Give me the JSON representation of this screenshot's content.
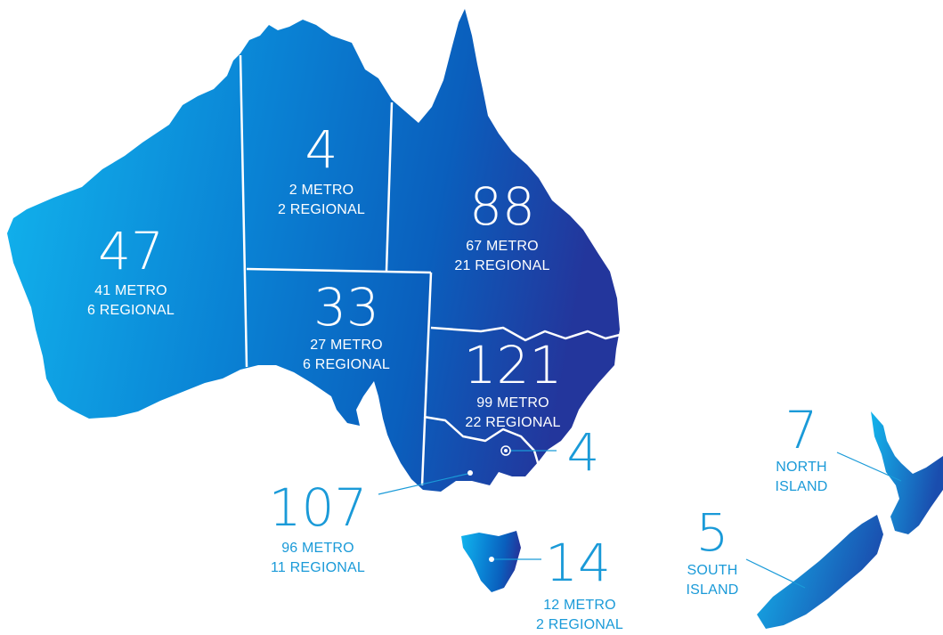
{
  "colors": {
    "gradient_light": "#0fb2ea",
    "gradient_mid": "#0a78cf",
    "gradient_dark": "#1f3fa6",
    "border": "#ffffff",
    "callout": "#1a9ad8"
  },
  "regions": {
    "wa": {
      "count": "47",
      "metro": "41 METRO",
      "regional": "6 REGIONAL"
    },
    "nt": {
      "count": "4",
      "metro": "2 METRO",
      "regional": "2 REGIONAL"
    },
    "qld": {
      "count": "88",
      "metro": "67 METRO",
      "regional": "21 REGIONAL"
    },
    "sa": {
      "count": "33",
      "metro": "27 METRO",
      "regional": "6 REGIONAL"
    },
    "nsw": {
      "count": "121",
      "metro": "99 METRO",
      "regional": "22 REGIONAL"
    },
    "act": {
      "count": "4"
    },
    "vic": {
      "count": "107",
      "metro": "96 METRO",
      "regional": "11 REGIONAL"
    },
    "tas": {
      "count": "14",
      "metro": "12 METRO",
      "regional": "2 REGIONAL"
    },
    "nz_north": {
      "count": "7",
      "line1": "NORTH",
      "line2": "ISLAND"
    },
    "nz_south": {
      "count": "5",
      "line1": "SOUTH",
      "line2": "ISLAND"
    }
  }
}
